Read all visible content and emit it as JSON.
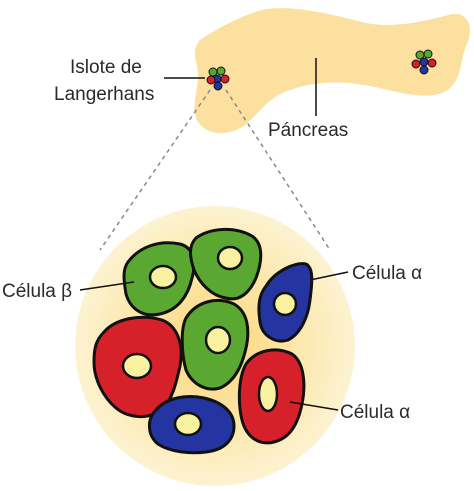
{
  "labels": {
    "islet_line1": "Islote de",
    "islet_line2": "Langerhans",
    "pancreas": "Páncreas",
    "beta_cell": "Célula β",
    "alpha_cell_top": "Célula α",
    "alpha_cell_bottom": "Célula α"
  },
  "colors": {
    "pancreas": "#fbe0a0",
    "islet_glow": "#fbe7a8",
    "beta_cell": "#5aa832",
    "alpha_cell": "#2434a0",
    "red_cell": "#d6202a",
    "nucleus": "#f8f1a0",
    "outline": "#111111"
  }
}
